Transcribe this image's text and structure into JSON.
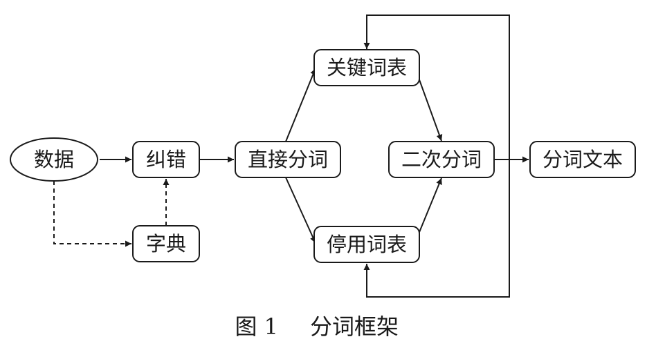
{
  "diagram": {
    "nodes": {
      "data": "数据",
      "correction": "纠错",
      "dictionary": "字典",
      "direct_segmentation": "直接分词",
      "keyword_table": "关键词表",
      "stopword_table": "停用词表",
      "secondary_segmentation": "二次分词",
      "segmented_text": "分词文本"
    },
    "caption": {
      "number": "图 1",
      "title": "分词框架"
    }
  }
}
